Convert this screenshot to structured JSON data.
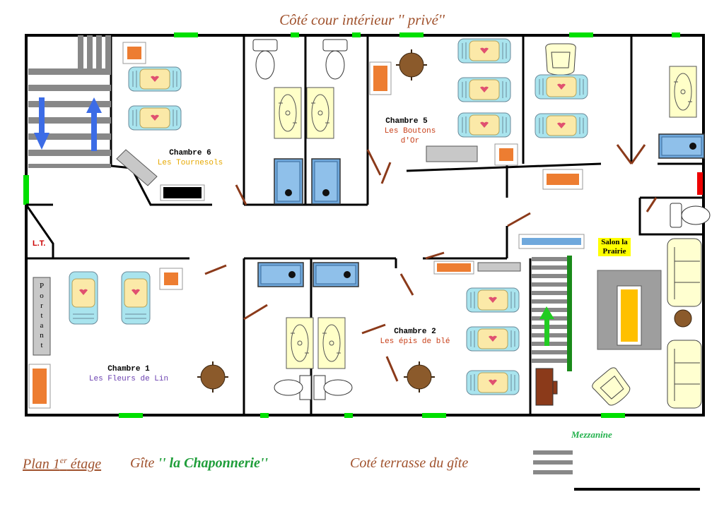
{
  "header": {
    "title": "Côté cour intérieur '' privé''"
  },
  "footer": {
    "plan_prefix": "Plan 1",
    "plan_sup": "er",
    "plan_suffix": " étage",
    "gite_prefix": "Gîte ",
    "gite_name": "'' la Chaponnerie''",
    "terrace": "Coté terrasse du gîte",
    "mezzanine": "Mezzanine"
  },
  "rooms": {
    "chambre6": {
      "title": "Chambre 6",
      "name": "Les Tournesols"
    },
    "chambre5": {
      "title": "Chambre 5",
      "name": "Les Boutons d'Or"
    },
    "chambre2": {
      "title": "Chambre 2",
      "name": "Les épis de blé"
    },
    "chambre1": {
      "title": "Chambre 1",
      "name": "Les Fleurs de Lin"
    }
  },
  "labels": {
    "lt": "L.T.",
    "salon": "Salon la Prairie",
    "portant_letters": [
      "P",
      "o",
      "r",
      "t",
      "a",
      "n",
      "t"
    ]
  },
  "colors": {
    "wall": "#000000",
    "window": "#00e000",
    "door": "#8b3a1a",
    "table": "#ed7d31",
    "shower": "#6fa8dc",
    "bed": "#a9e4ee",
    "arrow_blue": "#3c6ce6",
    "arrow_green": "#22cc22",
    "salon_highlight": "#ffff00",
    "title_brown": "#a0522d"
  }
}
